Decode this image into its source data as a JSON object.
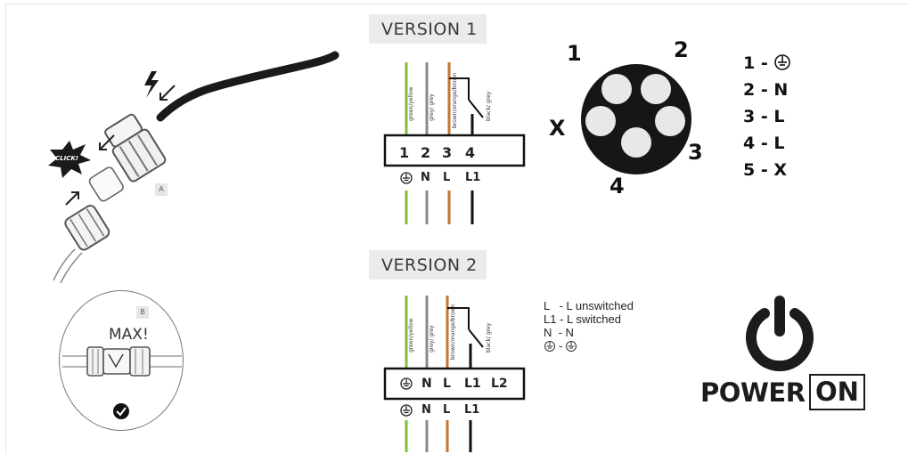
{
  "left_panel": {
    "click_label": "CLICK!",
    "step_a": "A",
    "step_b": "B",
    "max_label": "MAX!"
  },
  "version1": {
    "title": "VERSION 1",
    "wire_labels": [
      "green/yellow",
      "grey/ grey",
      "brown/orange/brown",
      "black/ grey"
    ],
    "terminals": [
      "1",
      "2",
      "3",
      "4"
    ],
    "bottom_labels": [
      "N",
      "L",
      "L1"
    ]
  },
  "connector": {
    "pins": [
      "1",
      "2",
      "3",
      "4",
      "X"
    ],
    "legend": [
      "1 -",
      "2 - N",
      "3 - L",
      "4 - L",
      "5 - X"
    ]
  },
  "version2": {
    "title": "VERSION 2",
    "wire_labels": [
      "green/yellow",
      "grey/ grey",
      "brown/orange/brown",
      "black/ grey"
    ],
    "terminals": [
      "N",
      "L",
      "L1",
      "L2"
    ],
    "bottom_labels": [
      "N",
      "L",
      "L1"
    ],
    "legend": [
      "L   - L unswitched",
      "L1 - L switched",
      "N  - N",
      "-"
    ]
  },
  "power": {
    "label": "POWER",
    "state": "ON"
  },
  "colors": {
    "green": "#7dbf3c",
    "grey": "#8a8a8a",
    "brown": "#c0772f",
    "black": "#111111",
    "tag_bg": "#ebebeb"
  }
}
